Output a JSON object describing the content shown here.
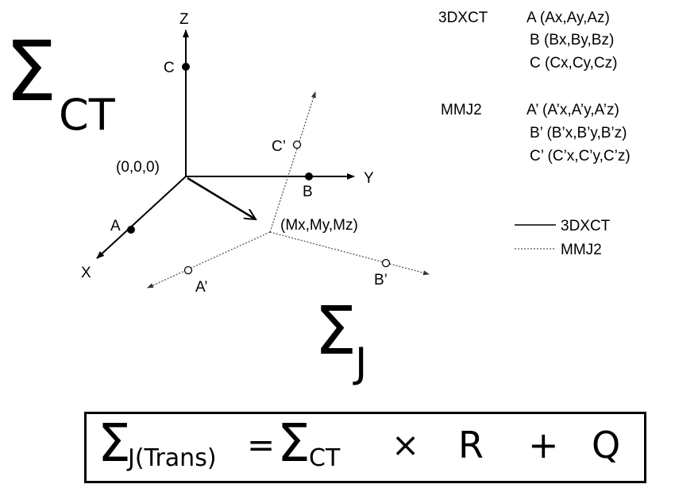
{
  "frames": {
    "ct": {
      "symbol": "Σ",
      "subscript": "CT"
    },
    "j": {
      "symbol": "Σ",
      "subscript": "J"
    }
  },
  "axes": {
    "z": "Z",
    "y": "Y",
    "x": "X",
    "origin": "(0,0,0)",
    "second_origin": "(Mx,My,Mz)"
  },
  "points": {
    "a": "A",
    "b": "B",
    "c": "C",
    "a_prime": "A’",
    "b_prime": "B’",
    "c_prime": "C’"
  },
  "coordinates": {
    "header_3dxct": "3DXCT",
    "header_mmj2": "MMJ2",
    "rows_3dxct": [
      "A (Ax,Ay,Az)",
      "B (Bx,By,Bz)",
      "C (Cx,Cy,Cz)"
    ],
    "rows_mmj2": [
      "A’ (A’x,A’y,A’z)",
      "B’ (B’x,B’y,B’z)",
      "C’ (C’x,C’y,C’z)"
    ]
  },
  "legend": {
    "solid": "3DXCT",
    "dotted": "MMJ2"
  },
  "formula": {
    "lhs_symbol": "Σ",
    "lhs_sub": "J(Trans)",
    "equals": "=",
    "ct_symbol": "Σ",
    "ct_sub": "CT",
    "times": "×",
    "r": "R",
    "plus": "+",
    "q": "Q"
  },
  "colors": {
    "line": "#000000",
    "dotted_line": "#555555",
    "background": "#ffffff"
  }
}
